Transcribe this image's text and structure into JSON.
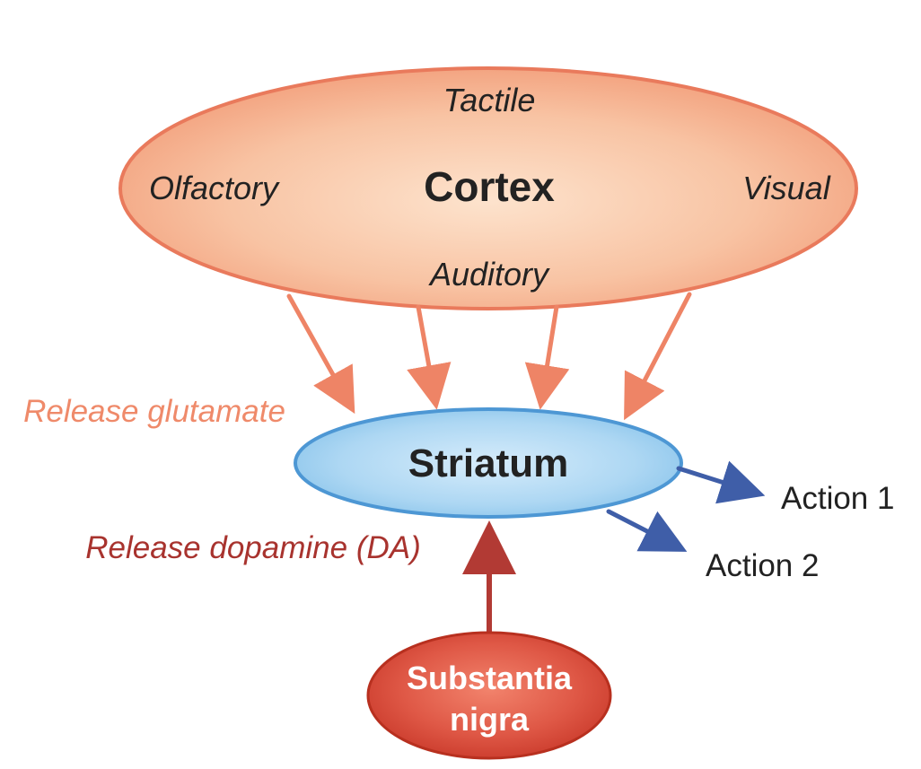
{
  "nodes": {
    "cortex": {
      "title": "Cortex",
      "regions": {
        "top": "Tactile",
        "left": "Olfactory",
        "right": "Visual",
        "bottom": "Auditory"
      }
    },
    "striatum": {
      "title": "Striatum"
    },
    "substantia_nigra": {
      "line1": "Substantia",
      "line2": "nigra"
    }
  },
  "labels": {
    "glutamate": "Release glutamate",
    "dopamine": "Release dopamine (DA)"
  },
  "outputs": {
    "action1": "Action 1",
    "action2": "Action 2"
  },
  "colors": {
    "cortex_fill_center": "#fde3cd",
    "cortex_fill_edge": "#f3a481",
    "cortex_stroke": "#e97a5c",
    "glutamate_arrow": "#ee8466",
    "glutamate_text": "#ef8a6a",
    "striatum_fill_center": "#d6ecfb",
    "striatum_fill_edge": "#8fc7ec",
    "striatum_stroke": "#4d97d4",
    "nigra_fill_center": "#f2836c",
    "nigra_fill_edge": "#c9392a",
    "dopamine_arrow": "#b23a34",
    "dopamine_text": "#a8332e",
    "action_arrow": "#3f5ea8",
    "text_dark": "#222222"
  }
}
